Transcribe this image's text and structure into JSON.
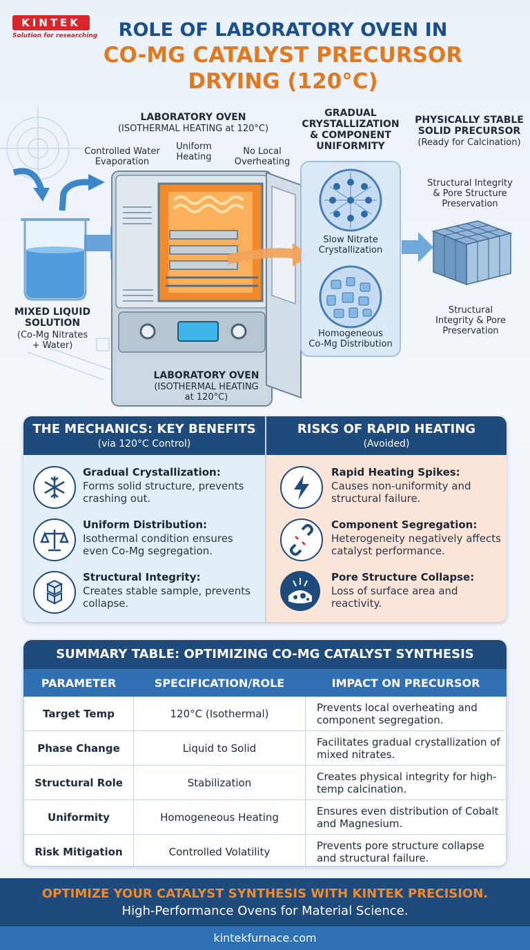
{
  "brand": {
    "logo_text": "KINTEK",
    "tagline": "Solution for researching",
    "colors": {
      "red": "#d8262c",
      "navy": "#1e4a7c",
      "orange": "#e07a22",
      "blue": "#2f6fb2"
    }
  },
  "title": {
    "line1": "ROLE OF LABORATORY OVEN IN",
    "line2": "CO-MG CATALYST PRECURSOR",
    "line3": "DRYING (120°C)"
  },
  "diagram": {
    "oven_top_title": "LABORATORY OVEN",
    "oven_top_sub": "(ISOTHERMAL HEATING at 120°C)",
    "label_water": "Controlled Water\nEvaporation",
    "label_uniform": "Uniform\nHeating",
    "label_no_local": "No Local\nOverheating",
    "cryst_title": "GRADUAL\nCRYSTALLIZATION\n& COMPONENT\nUNIFORMITY",
    "precursor_title": "PHYSICALLY STABLE\nSOLID PRECURSOR",
    "precursor_sub": "(Ready for Calcination)",
    "struct_label_top": "Structural Integrity\n& Pore Structure\nPreservation",
    "struct_label_bottom": "Structural\nIntegrity & Pore\nPreservation",
    "slow_nitrate": "Slow Nitrate\nCrystallization",
    "homogeneous": "Homogeneous\nCo-Mg Distribution",
    "liquid_title": "MIXED LIQUID\nSOLUTION",
    "liquid_sub": "(Co-Mg Nitrates\n+ Water)",
    "oven_bottom_title": "LABORATORY OVEN",
    "oven_bottom_sub": "(ISOTHERMAL HEATING\nat 120°C)"
  },
  "benefits": {
    "title": "THE MECHANICS: KEY BENEFITS",
    "subtitle": "(via 120°C Control)",
    "items": [
      {
        "icon": "snowflake-icon",
        "title": "Gradual Crystallization:",
        "desc": "Forms solid structure, prevents crashing out."
      },
      {
        "icon": "balance-scale-icon",
        "title": "Uniform Distribution:",
        "desc": "Isothermal condition ensures even Co-Mg segregation."
      },
      {
        "icon": "cubes-icon",
        "title": "Structural Integrity:",
        "desc": "Creates stable sample, prevents collapse."
      }
    ]
  },
  "risks": {
    "title": "RISKS OF RAPID HEATING",
    "subtitle": "(Avoided)",
    "items": [
      {
        "icon": "lightning-icon",
        "title": "Rapid Heating Spikes:",
        "desc": "Causes non-uniformity and structural failure."
      },
      {
        "icon": "broken-link-icon",
        "title": "Component Segregation:",
        "desc": "Heterogeneity negatively affects catalyst performance."
      },
      {
        "icon": "pore-collapse-icon",
        "title": "Pore Structure Collapse:",
        "desc": "Loss of surface area and reactivity."
      }
    ]
  },
  "summary": {
    "title": "SUMMARY TABLE: OPTIMIZING CO-MG CATALYST SYNTHESIS",
    "headers": [
      "PARAMETER",
      "SPECIFICATION/ROLE",
      "IMPACT ON PRECURSOR"
    ],
    "rows": [
      [
        "Target Temp",
        "120°C (Isothermal)",
        "Prevents local overheating and component segregation."
      ],
      [
        "Phase Change",
        "Liquid to Solid",
        "Facilitates gradual crystallization of mixed nitrates."
      ],
      [
        "Structural Role",
        "Stabilization",
        "Creates physical integrity for high-temp calcination."
      ],
      [
        "Uniformity",
        "Homogeneous Heating",
        "Ensures even distribution of Cobalt and Magnesium."
      ],
      [
        "Risk Mitigation",
        "Controlled Volatility",
        "Prevents pore structure collapse and structural failure."
      ]
    ]
  },
  "footer": {
    "headline": "OPTIMIZE YOUR CATALYST SYNTHESIS WITH KINTEK PRECISION.",
    "sub": "High-Performance Ovens for Material Science.",
    "url": "kintekfurnace.com"
  }
}
